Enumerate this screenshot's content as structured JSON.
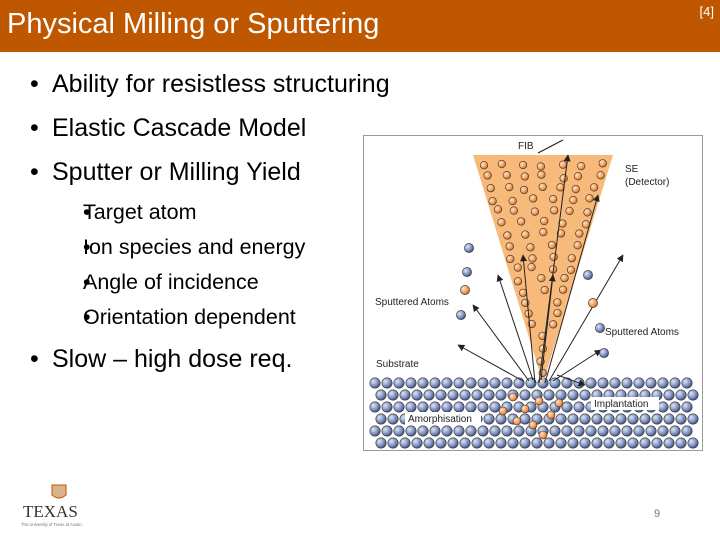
{
  "slide": {
    "title": "Physical Milling or Sputtering",
    "reference": "[4]",
    "bullets": [
      "Ability for resistless structuring",
      "Elastic Cascade Model",
      "Sputter or Milling Yield"
    ],
    "sub_bullets": [
      "Target atom",
      "Ion species and energy",
      "Angle of incidence",
      "Orientation dependent"
    ],
    "last_bullet": "Slow – high dose req.",
    "page_number": "9"
  },
  "figure": {
    "labels": {
      "fib": "FIB",
      "se": "SE",
      "detector": "(Detector)",
      "sputtered_left": "Sputtered Atoms",
      "sputtered_right": "Sputtered Atoms",
      "substrate": "Substrate",
      "amorphisation": "Amorphisation",
      "implantation": "Implantation"
    },
    "colors": {
      "beam": "#f6b26b",
      "ion": "#f0a060",
      "atom": "#6b7fb3",
      "frame": "#999999"
    }
  },
  "logo": {
    "wordmark": "TEXAS",
    "tagline": "The University of Texas at Austin"
  },
  "colors": {
    "header": "#bf5700",
    "header_text": "#ffffff"
  }
}
